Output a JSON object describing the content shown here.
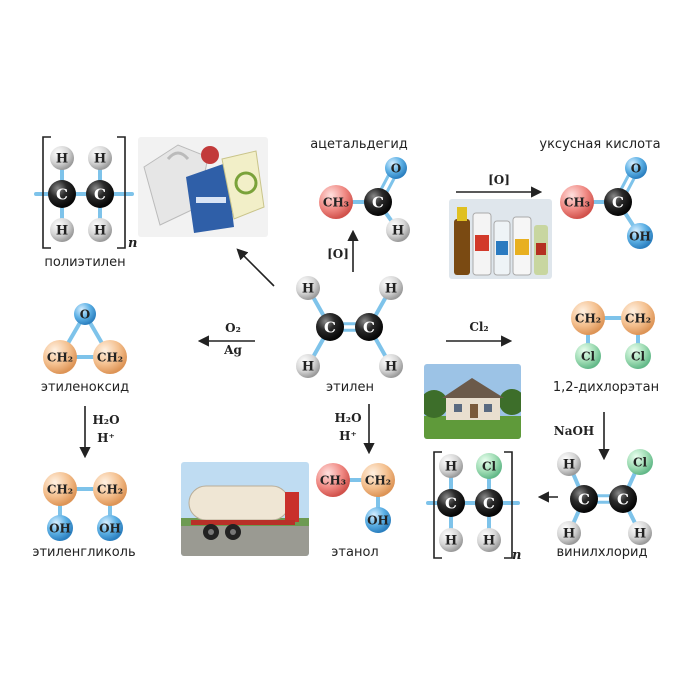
{
  "atoms": {
    "h": "H",
    "c": "C",
    "o": "O",
    "cl": "Cl",
    "ch2": "CH₂",
    "ch3": "CH₃",
    "oh": "OH"
  },
  "labels": {
    "polyethylene": "полиэтилен",
    "acetaldehyde": "ацетальдегид",
    "acetic_acid": "уксусная кислота",
    "ethylene_oxide": "этиленоксид",
    "ethylene": "этилен",
    "dichloroethane": "1,2-дихлорэтан",
    "ethylene_glycol": "этиленгликоль",
    "ethanol": "этанол",
    "vinyl_chloride": "винилхлорид"
  },
  "reagents": {
    "oxidation_1": "[O]",
    "oxidation_2": "[O]",
    "o2": "O₂",
    "ag": "Ag",
    "cl2": "Cl₂",
    "h2o_a": "H₂O",
    "h_plus_a": "H⁺",
    "h2o_b": "H₂O",
    "h_plus_b": "H⁺",
    "naoh": "NaOH"
  },
  "polymer_index": "n",
  "colors": {
    "carbon": "#1c1c1c",
    "hydrogen": "#d8d8d8",
    "oxygen": "#4a9fd8",
    "chlorine": "#8cd3a6",
    "ch_group": "#f2b987",
    "ch3_group": "#f07a74",
    "bond": "#7ec3ea",
    "arrow": "#222222"
  }
}
